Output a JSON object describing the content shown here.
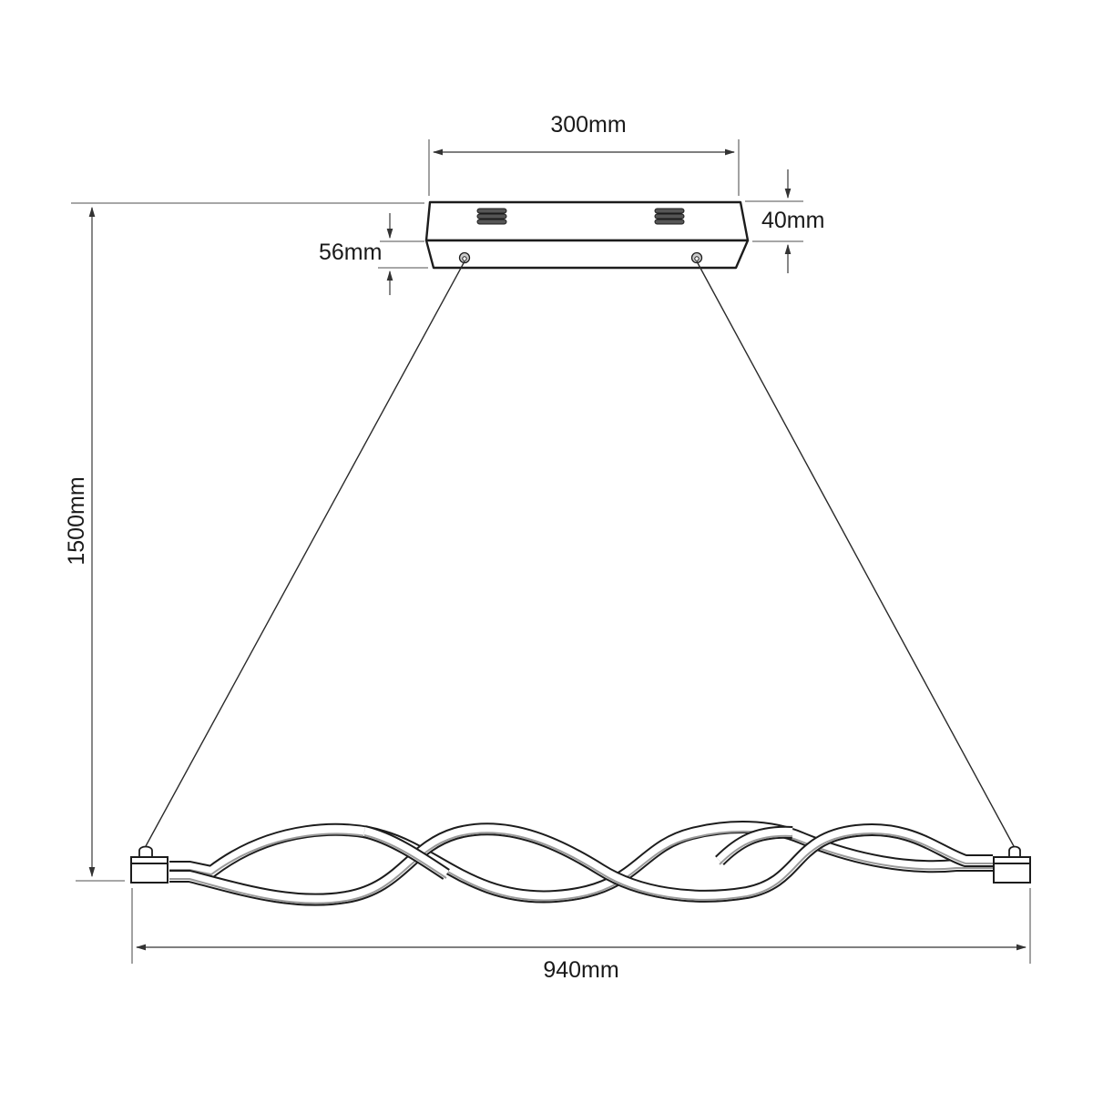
{
  "diagram": {
    "title": "Pendant lamp dimension drawing",
    "dimensions": {
      "canopy_width": "300mm",
      "canopy_height": "40mm",
      "canopy_offset": "56mm",
      "total_drop": "1500mm",
      "fixture_length": "940mm"
    },
    "parts": {
      "canopy": "ceiling-canopy",
      "suspension": "suspension-wires",
      "body": "twisted-wave-light-body",
      "end_caps": "end-caps"
    },
    "colors": {
      "line": "#1c1c1c",
      "dimension_line": "#555555",
      "extension_line": "#8a8a8a",
      "background": "#ffffff"
    }
  }
}
